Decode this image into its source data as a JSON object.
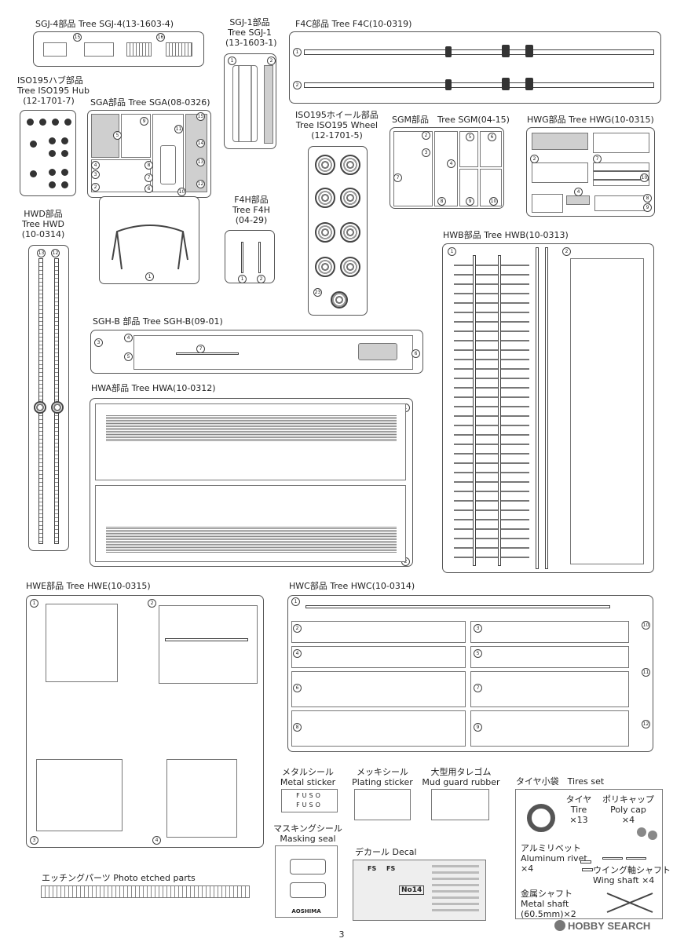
{
  "trees": {
    "sgj4": "SGJ-4部品 Tree SGJ-4(13-1603-4)",
    "sgj1": [
      "SGJ-1部品",
      "Tree SGJ-1",
      "(13-1603-1)"
    ],
    "f4c": "F4C部品 Tree F4C(10-0319)",
    "iso_hub": [
      "ISO195ハブ部品",
      "Tree ISO195 Hub",
      "(12-1701-7)"
    ],
    "sga": "SGA部品 Tree SGA(08-0326)",
    "iso_wheel": [
      "ISO195ホイール部品",
      "Tree ISO195 Wheel",
      "(12-1701-5)"
    ],
    "sgm": "SGM部品　Tree SGM(04-15)",
    "hwg": "HWG部品 Tree HWG(10-0315)",
    "hwd": [
      "HWD部品",
      "Tree HWD",
      "(10-0314)"
    ],
    "f4h": [
      "F4H部品",
      "Tree F4H",
      "(04-29)"
    ],
    "hwb": "HWB部品 Tree HWB(10-0313)",
    "sghb": "SGH-B 部品 Tree SGH-B(09-01)",
    "hwa": "HWA部品 Tree HWA(10-0312)",
    "hwe": "HWE部品 Tree HWE(10-0315)",
    "hwc": "HWC部品 Tree HWC(10-0314)"
  },
  "extras": {
    "metal_sticker": [
      "メタルシール",
      "Metal sticker"
    ],
    "metal_sticker_text": [
      "FUSO",
      "FUSO"
    ],
    "plating_sticker": [
      "メッキシール",
      "Plating sticker"
    ],
    "mud_guard": [
      "大型用タレゴム",
      "Mud guard rubber"
    ],
    "masking_seal": [
      "マスキングシール",
      "Masking seal"
    ],
    "masking_brand": "AOSHIMA",
    "decal": "デカール Decal",
    "decal_texts": [
      "FS",
      "FS",
      "No14"
    ],
    "photo_etched": "エッチングパーツ Photo etched parts",
    "tires_set": "タイヤ小袋　Tires set",
    "tire": [
      "タイヤ",
      "Tire",
      "×13"
    ],
    "poly_cap": [
      "ポリキャップ",
      "Poly cap",
      "×4"
    ],
    "rivet": [
      "アルミリベット",
      "Aluminum rivet",
      "×4"
    ],
    "wing_shaft": [
      "ウイング軸シャフト",
      "Wing shaft ×4"
    ],
    "metal_shaft": [
      "金属シャフト",
      "Metal shaft",
      "(60.5mm)×2"
    ]
  },
  "page_number": "3",
  "watermark": "HOBBY SEARCH"
}
